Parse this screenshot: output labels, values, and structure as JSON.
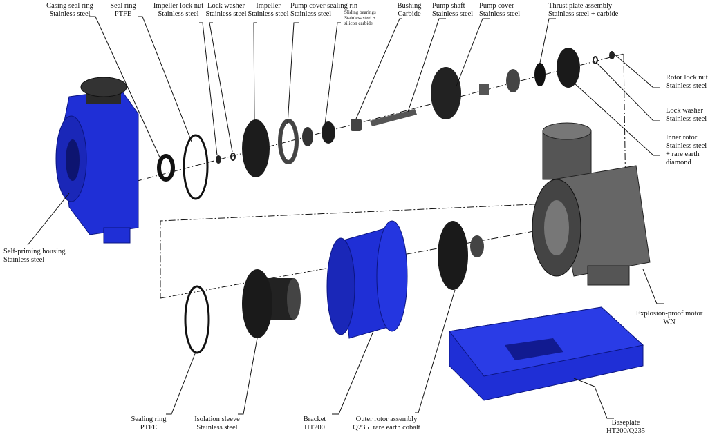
{
  "colors": {
    "part_blue": "#1f2fd6",
    "part_dark": "#1c1c1c",
    "line": "#111111"
  },
  "labels": {
    "casing_seal_ring": {
      "name": "Casing seal ring",
      "material": "Stainless steel"
    },
    "seal_ring_top": {
      "name": "Seal ring",
      "material": "PTFE"
    },
    "impeller_lock_nut": {
      "name": "Impeller lock nut",
      "material": "Stainless steel"
    },
    "lock_washer_top": {
      "name": "Lock washer",
      "material": "Stainless steel"
    },
    "impeller": {
      "name": "Impeller",
      "material": "Stainless steel"
    },
    "pump_cover_sealing": {
      "name": "Pump cover sealing rin",
      "material": "Stainless steel"
    },
    "sliding_bearings": {
      "name": "Sliding bearings",
      "material": "Stainless steel +",
      "material2": "silicon carbide"
    },
    "bushing": {
      "name": "Bushing",
      "material": "Carbide"
    },
    "pump_shaft": {
      "name": "Pump shaft",
      "material": "Stainless steel"
    },
    "pump_cover": {
      "name": "Pump cover",
      "material": "Stainless steel"
    },
    "thrust_plate": {
      "name": "Thrust plate assembly",
      "material": "Stainless steel + carbide"
    },
    "rotor_lock_nut": {
      "name": "Rotor lock nut",
      "material": "Stainless steel"
    },
    "lock_washer_right": {
      "name": "Lock washer",
      "material": "Stainless steel"
    },
    "inner_rotor": {
      "name": "Inner rotor",
      "material": "Stainless steel",
      "material2": "+ rare earth",
      "material3": "diamond"
    },
    "housing": {
      "name": "Self-priming housing",
      "material": "Stainless steel"
    },
    "motor": {
      "name": "Explosion-proof motor",
      "material": "WN"
    },
    "sealing_ring_bottom": {
      "name": "Sealing ring",
      "material": "PTFE"
    },
    "isolation_sleeve": {
      "name": "Isolation sleeve",
      "material": "Stainless steel"
    },
    "bracket": {
      "name": "Bracket",
      "material": "HT200"
    },
    "outer_rotor": {
      "name": "Outer rotor assembly",
      "material": "Q235+rare earth cobalt"
    },
    "baseplate": {
      "name": "Baseplate",
      "material": "HT200/Q235"
    }
  }
}
